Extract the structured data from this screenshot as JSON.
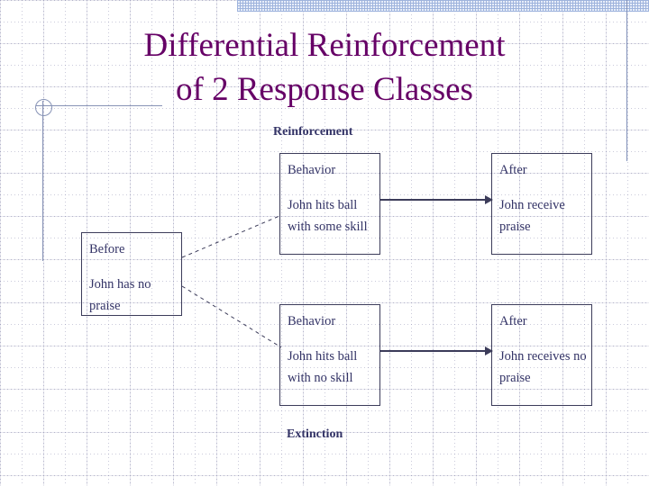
{
  "slide": {
    "title_line_1": "Differential Reinforcement",
    "title_line_2": "of 2 Response Classes",
    "title_color": "#660066",
    "text_color": "#333366",
    "box_border_color": "#3c3c5a",
    "accent_rule_color": "#8793b6",
    "top_band_color": "#9fb4dd",
    "background_color": "#ffffff"
  },
  "captions": {
    "reinforcement": "Reinforcement",
    "extinction": "Extinction"
  },
  "boxes": {
    "before": {
      "header": "Before",
      "body": "John has no praise"
    },
    "behavior_reinforcement": {
      "header": "Behavior",
      "body": "John hits ball with some skill"
    },
    "after_reinforcement": {
      "header": "After",
      "body": "John receive praise"
    },
    "behavior_extinction": {
      "header": "Behavior",
      "body": "John hits ball with no skill"
    },
    "after_extinction": {
      "header": "After",
      "body": "John receives no praise"
    }
  },
  "connectors": {
    "before_to_reinforcement_style": "dashed",
    "before_to_extinction_style": "dashed",
    "behavior_to_after_style": "solid-arrow"
  }
}
